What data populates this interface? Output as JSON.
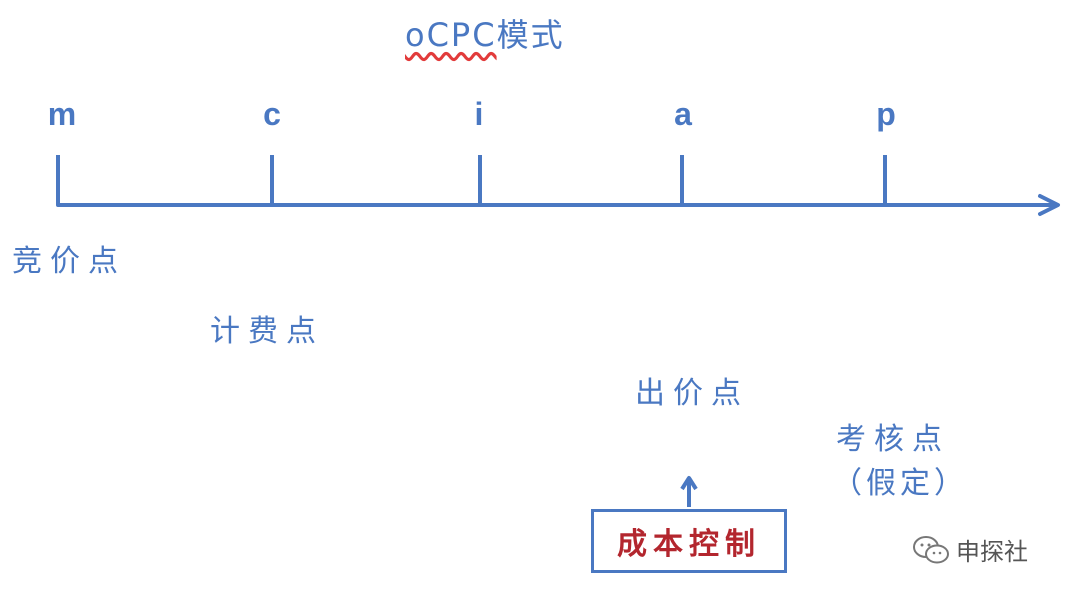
{
  "title": {
    "prefix": "oCPC",
    "suffix": "模式"
  },
  "axis": {
    "ticks": [
      "m",
      "c",
      "i",
      "a",
      "p"
    ]
  },
  "labels": {
    "bid_point": "竞价点",
    "billing_point": "计费点",
    "offer_point": "出价点",
    "assessment_point": "考核点",
    "assessment_note": "（假定）"
  },
  "cost_control": "成本控制",
  "watermark": {
    "text": "申探社",
    "icon": "wechat-icon"
  },
  "colors": {
    "line": "#4a78c2",
    "text": "#4a78c2",
    "accent": "#b3262e"
  }
}
